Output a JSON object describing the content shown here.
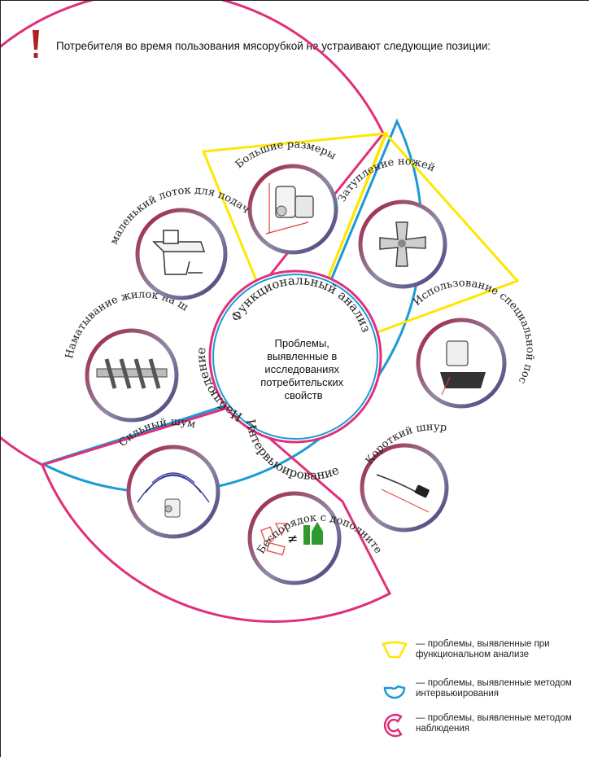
{
  "header": {
    "title": "Потребителя во время пользования мясорубкой не устраивают следующие позиции:"
  },
  "center": {
    "lines": [
      "Проблемы,",
      "выявленные в",
      "исследованиях",
      "потребительских",
      "свойств"
    ],
    "methods": {
      "functional": "Функциональный анализ",
      "interview": "Интервьюирование",
      "observation": "Наблюдение"
    }
  },
  "problems": {
    "large_size": "Большие размеры",
    "dull_knives": "Затупление ножей",
    "special_dishes": "Использование специальной посуды",
    "short_cord": "Короткий шнур",
    "mess_attachments": "Беспорядок с дополнительными насадками",
    "loud_noise": "Сильный шум",
    "winding_veins": "Наматывание жилок на шнек",
    "small_tray": "маленький лоток для подачи мяса"
  },
  "legend": {
    "functional": "— проблемы, выявленные при функциональном анализе",
    "interview": "— проблемы, выявленные методом интервьюирования",
    "observation": "— проблемы, выявленные методом наблюдения"
  },
  "colors": {
    "yellow": "#ffe600",
    "blue": "#1b9ad6",
    "magenta": "#e0307a",
    "exclamation": "#b02020"
  },
  "icons": {
    "exclamation": "exclamation-icon",
    "large_size": "meat-grinder-size-icon",
    "dull_knives": "grinder-knife-icon",
    "special_dishes": "grinder-dish-icon",
    "short_cord": "power-cord-icon",
    "mess_attachments": "attachments-mess-icon",
    "loud_noise": "noise-grinder-icon",
    "winding_veins": "auger-screw-icon",
    "small_tray": "feed-tray-icon"
  }
}
